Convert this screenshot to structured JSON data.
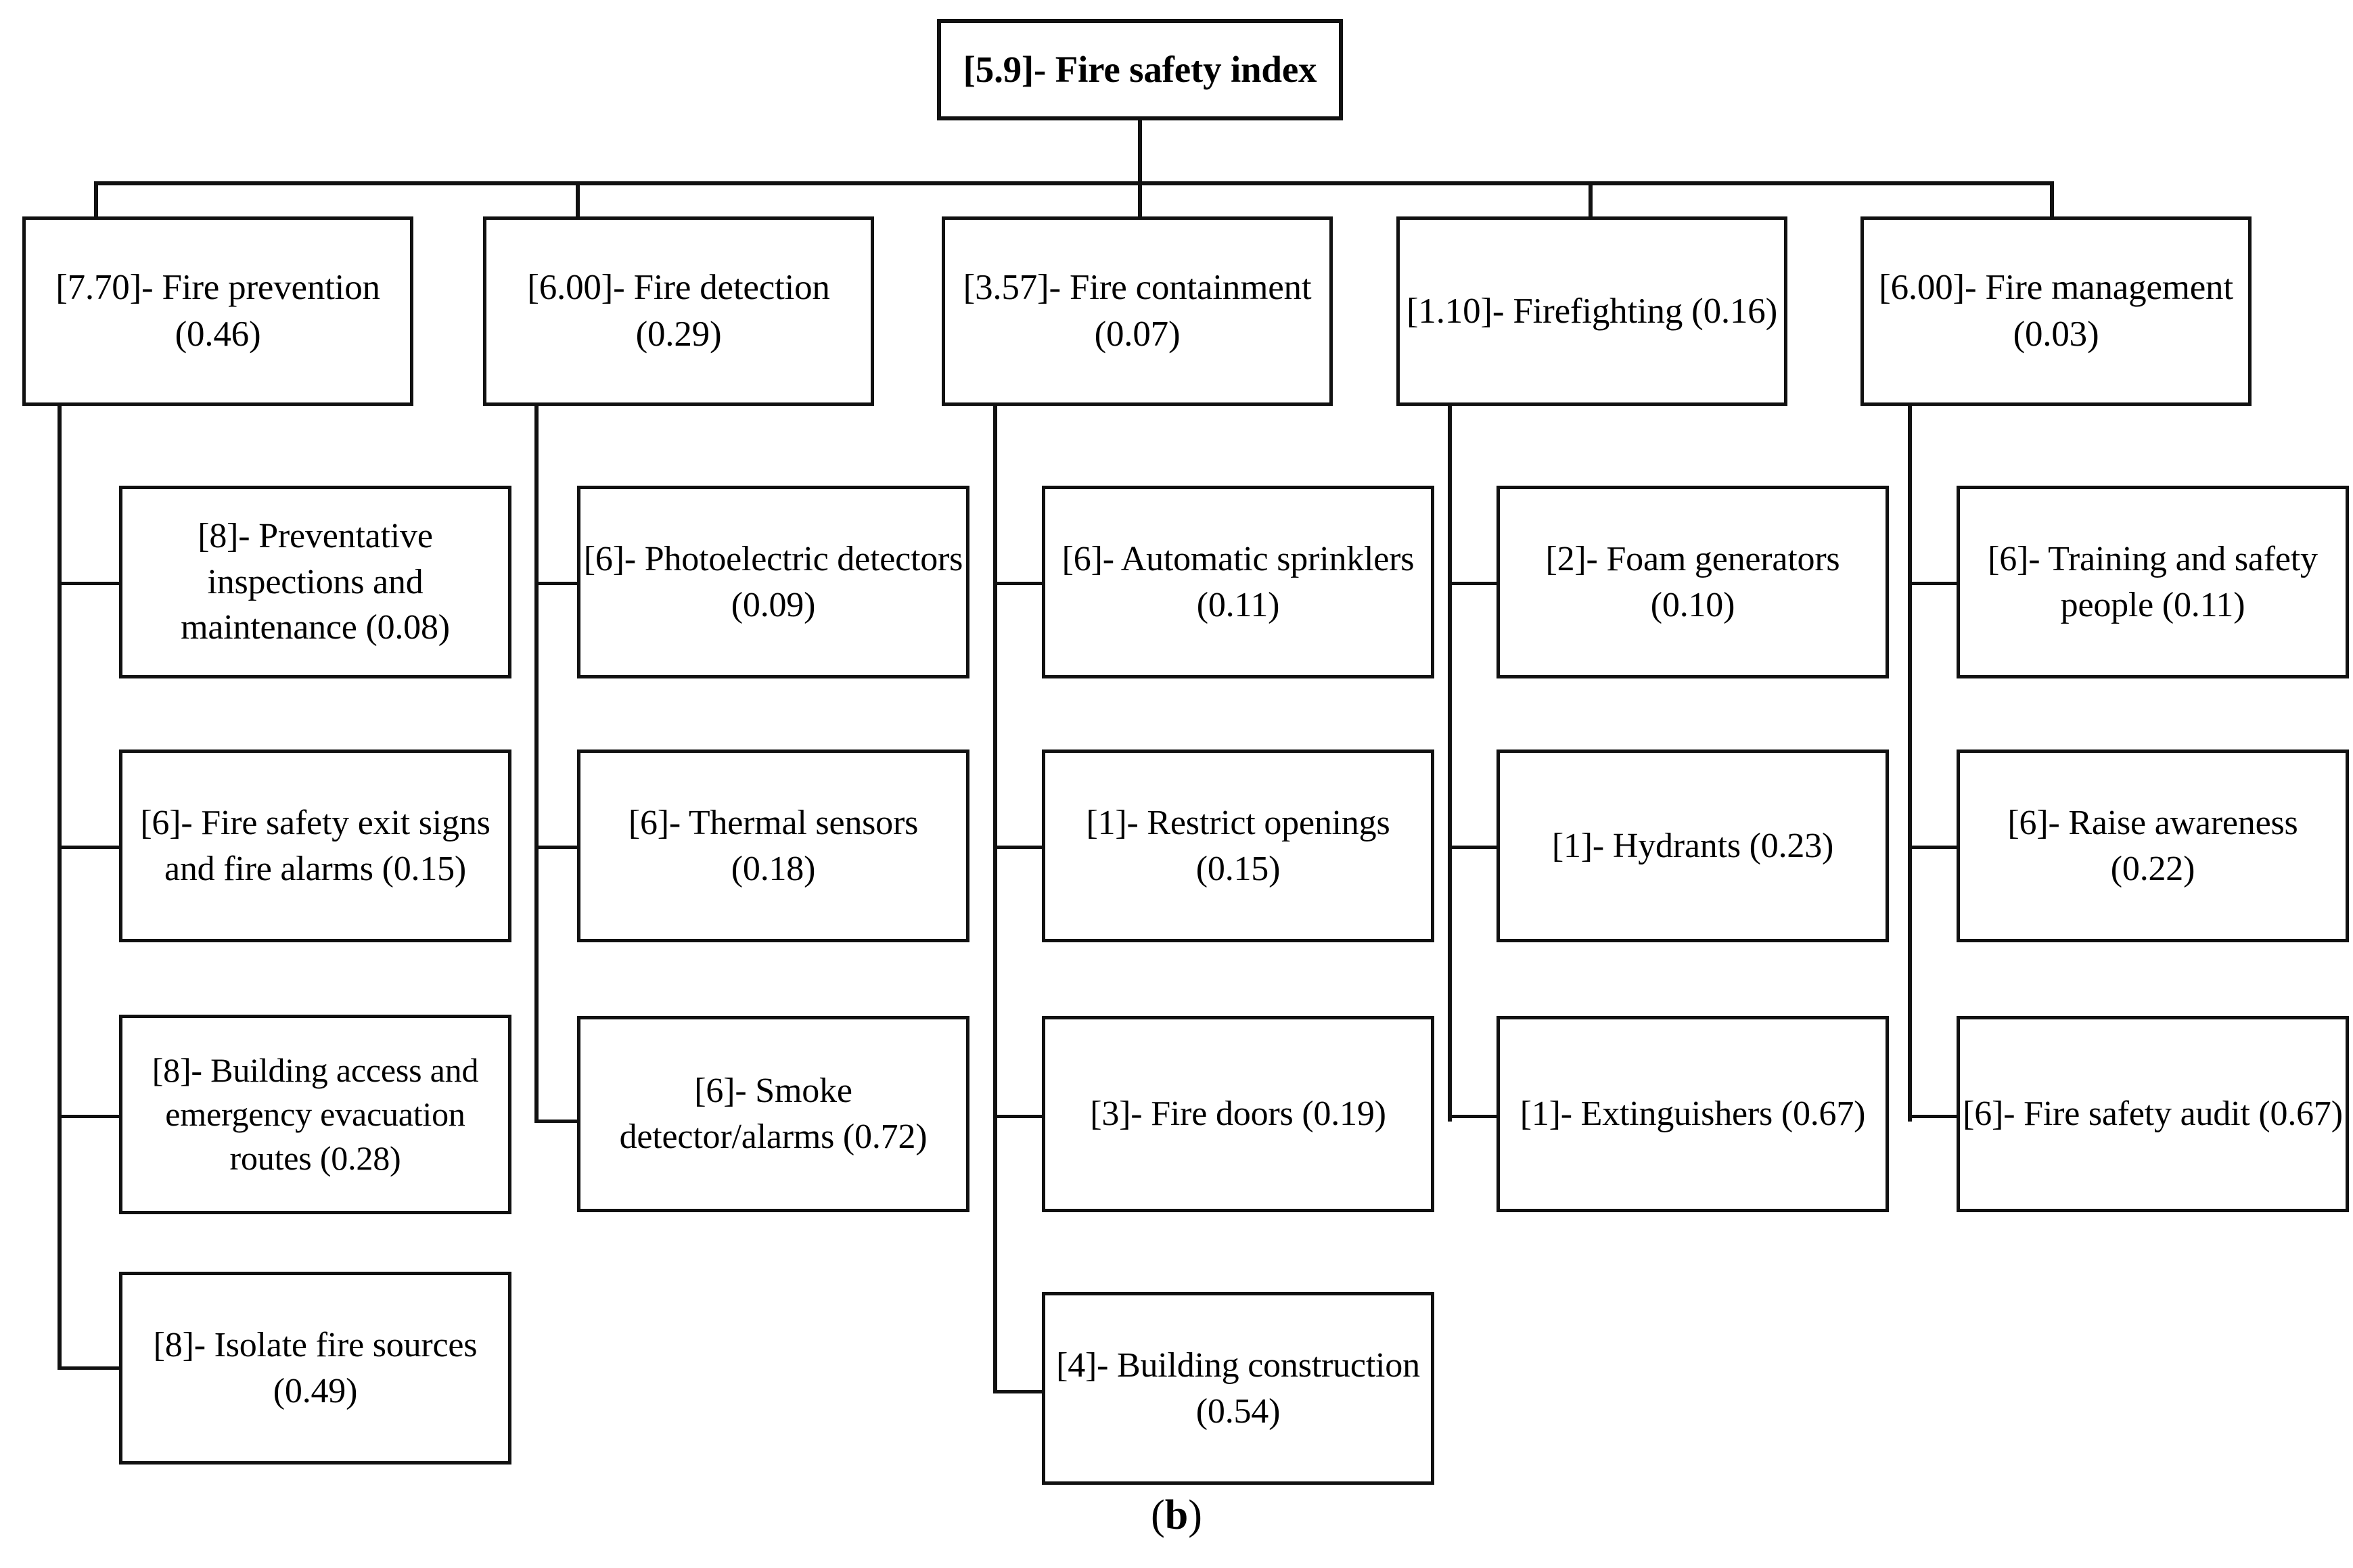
{
  "diagram": {
    "caption": "(b)",
    "caption_paren_open": "(",
    "caption_letter": "b",
    "caption_paren_close": ")",
    "root": {
      "label": "[5.9]- Fire safety index"
    },
    "branches": [
      {
        "label": "[7.70]- Fire prevention (0.46)",
        "score": "7.70",
        "name": "Fire prevention",
        "weight": "0.46",
        "children": [
          {
            "label": "[8]- Preventative inspections and maintenance (0.08)",
            "score": "8",
            "name": "Preventative inspections and maintenance",
            "weight": "0.08"
          },
          {
            "label": "[6]- Fire safety exit signs and fire alarms (0.15)",
            "score": "6",
            "name": "Fire safety exit signs and fire alarms",
            "weight": "0.15"
          },
          {
            "label": "[8]- Building access and emergency evacuation routes (0.28)",
            "score": "8",
            "name": "Building access and emergency evacuation routes",
            "weight": "0.28"
          },
          {
            "label": "[8]- Isolate fire sources (0.49)",
            "score": "8",
            "name": "Isolate fire sources",
            "weight": "0.49"
          }
        ]
      },
      {
        "label": "[6.00]- Fire detection (0.29)",
        "score": "6.00",
        "name": "Fire detection",
        "weight": "0.29",
        "children": [
          {
            "label": "[6]- Photoelectric detectors (0.09)",
            "score": "6",
            "name": "Photoelectric detectors",
            "weight": "0.09"
          },
          {
            "label": "[6]- Thermal sensors (0.18)",
            "score": "6",
            "name": "Thermal sensors",
            "weight": "0.18"
          },
          {
            "label": "[6]- Smoke detector/alarms (0.72)",
            "score": "6",
            "name": "Smoke detector/alarms",
            "weight": "0.72"
          }
        ]
      },
      {
        "label": "[3.57]- Fire containment (0.07)",
        "score": "3.57",
        "name": "Fire containment",
        "weight": "0.07",
        "children": [
          {
            "label": "[6]- Automatic sprinklers (0.11)",
            "score": "6",
            "name": "Automatic sprinklers",
            "weight": "0.11"
          },
          {
            "label": "[1]- Restrict openings (0.15)",
            "score": "1",
            "name": "Restrict openings",
            "weight": "0.15"
          },
          {
            "label": "[3]- Fire doors (0.19)",
            "score": "3",
            "name": "Fire doors",
            "weight": "0.19"
          },
          {
            "label": "[4]- Building construction (0.54)",
            "score": "4",
            "name": "Building construction",
            "weight": "0.54"
          }
        ]
      },
      {
        "label": "[1.10]- Firefighting (0.16)",
        "score": "1.10",
        "name": "Firefighting",
        "weight": "0.16",
        "children": [
          {
            "label": "[2]- Foam generators (0.10)",
            "score": "2",
            "name": "Foam generators",
            "weight": "0.10"
          },
          {
            "label": "[1]- Hydrants (0.23)",
            "score": "1",
            "name": "Hydrants",
            "weight": "0.23"
          },
          {
            "label": "[1]- Extinguishers (0.67)",
            "score": "1",
            "name": "Extinguishers",
            "weight": "0.67"
          }
        ]
      },
      {
        "label": "[6.00]- Fire management (0.03)",
        "score": "6.00",
        "name": "Fire management",
        "weight": "0.03",
        "children": [
          {
            "label": "[6]- Training and safety people (0.11)",
            "score": "6",
            "name": "Training and safety people",
            "weight": "0.11"
          },
          {
            "label": "[6]- Raise awareness (0.22)",
            "score": "6",
            "name": "Raise awareness",
            "weight": "0.22"
          },
          {
            "label": "[6]- Fire safety audit (0.67)",
            "score": "6",
            "name": "Fire safety audit",
            "weight": "0.67"
          }
        ]
      }
    ]
  },
  "colors": {
    "line": "#111111",
    "box_fill": "#ffffff",
    "text": "#000000"
  }
}
